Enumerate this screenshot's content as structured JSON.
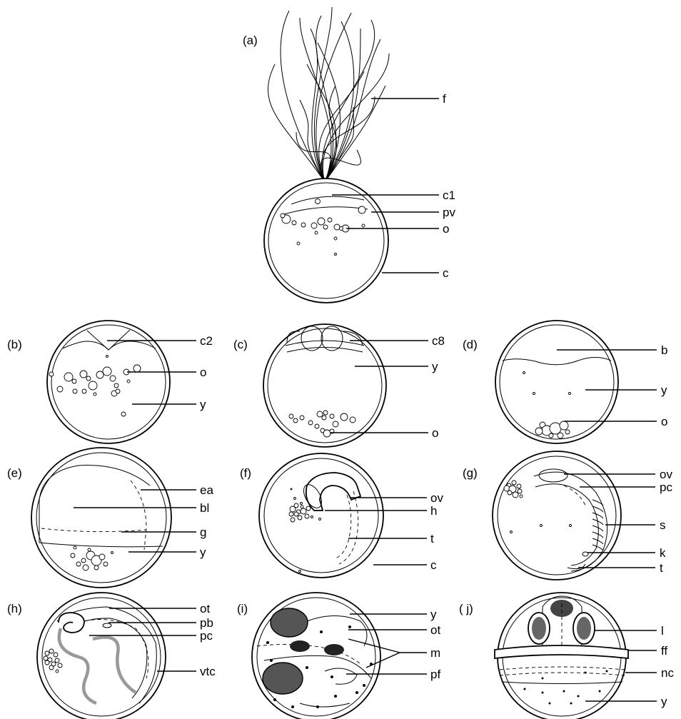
{
  "panels": {
    "a": {
      "tag": "(a)",
      "labels": [
        "f",
        "c1",
        "pv",
        "o",
        "c"
      ]
    },
    "b": {
      "tag": "(b)",
      "labels": [
        "c2",
        "o",
        "y"
      ]
    },
    "c": {
      "tag": "(c)",
      "labels": [
        "c8",
        "y",
        "o"
      ]
    },
    "d": {
      "tag": "(d)",
      "labels": [
        "b",
        "y",
        "o"
      ]
    },
    "e": {
      "tag": "(e)",
      "labels": [
        "ea",
        "bl",
        "g",
        "y"
      ]
    },
    "f": {
      "tag": "(f)",
      "labels": [
        "ov",
        "h",
        "t",
        "c"
      ]
    },
    "g": {
      "tag": "(g)",
      "labels": [
        "ov",
        "pc",
        "s",
        "k",
        "t"
      ]
    },
    "h": {
      "tag": "(h)",
      "labels": [
        "ot",
        "pb",
        "pc",
        "vtc"
      ]
    },
    "i": {
      "tag": "(i)",
      "labels": [
        "y",
        "ot",
        "m",
        "pf"
      ]
    },
    "j": {
      "tag": "( j)",
      "labels": [
        "l",
        "ff",
        "nc",
        "y"
      ]
    }
  }
}
